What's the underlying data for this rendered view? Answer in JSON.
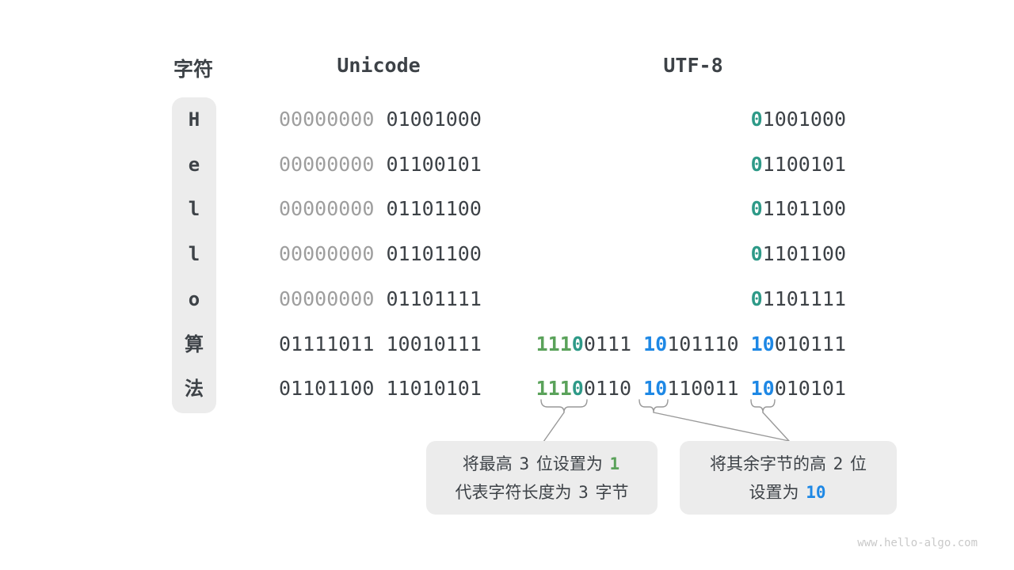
{
  "header": {
    "char_col": "字符",
    "unicode_col": "Unicode",
    "utf8_col": "UTF-8"
  },
  "colors": {
    "dark": "#3D4247",
    "gray": "#9E9E9E",
    "green": "#5AA25A",
    "teal": "#2E9A88",
    "blue": "#1E88E5",
    "box_gray": "#ECECEC",
    "connector_gray": "#999999",
    "watermark_gray": "#C9C9C9"
  },
  "rows": [
    {
      "char": "H",
      "unicode": [
        {
          "t": "00000000",
          "c": "gray"
        },
        {
          "t": " "
        },
        {
          "t": "01001000",
          "c": "dark"
        }
      ],
      "utf8": [
        {
          "t": "0",
          "c": "teal"
        },
        {
          "t": "1001000",
          "c": "dark"
        }
      ]
    },
    {
      "char": "e",
      "unicode": [
        {
          "t": "00000000",
          "c": "gray"
        },
        {
          "t": " "
        },
        {
          "t": "01100101",
          "c": "dark"
        }
      ],
      "utf8": [
        {
          "t": "0",
          "c": "teal"
        },
        {
          "t": "1100101",
          "c": "dark"
        }
      ]
    },
    {
      "char": "l",
      "unicode": [
        {
          "t": "00000000",
          "c": "gray"
        },
        {
          "t": " "
        },
        {
          "t": "01101100",
          "c": "dark"
        }
      ],
      "utf8": [
        {
          "t": "0",
          "c": "teal"
        },
        {
          "t": "1101100",
          "c": "dark"
        }
      ]
    },
    {
      "char": "l",
      "unicode": [
        {
          "t": "00000000",
          "c": "gray"
        },
        {
          "t": " "
        },
        {
          "t": "01101100",
          "c": "dark"
        }
      ],
      "utf8": [
        {
          "t": "0",
          "c": "teal"
        },
        {
          "t": "1101100",
          "c": "dark"
        }
      ]
    },
    {
      "char": "o",
      "unicode": [
        {
          "t": "00000000",
          "c": "gray"
        },
        {
          "t": " "
        },
        {
          "t": "01101111",
          "c": "dark"
        }
      ],
      "utf8": [
        {
          "t": "0",
          "c": "teal"
        },
        {
          "t": "1101111",
          "c": "dark"
        }
      ]
    },
    {
      "char": "算",
      "unicode": [
        {
          "t": "01111011",
          "c": "dark"
        },
        {
          "t": " "
        },
        {
          "t": "10010111",
          "c": "dark"
        }
      ],
      "utf8": [
        {
          "t": "111",
          "c": "green"
        },
        {
          "t": "0",
          "c": "teal"
        },
        {
          "t": "0111",
          "c": "dark"
        },
        {
          "t": " "
        },
        {
          "t": "10",
          "c": "blue"
        },
        {
          "t": "101110",
          "c": "dark"
        },
        {
          "t": " "
        },
        {
          "t": "10",
          "c": "blue"
        },
        {
          "t": "010111",
          "c": "dark"
        }
      ]
    },
    {
      "char": "法",
      "unicode": [
        {
          "t": "01101100",
          "c": "dark"
        },
        {
          "t": " "
        },
        {
          "t": "11010101",
          "c": "dark"
        }
      ],
      "utf8": [
        {
          "t": "111",
          "c": "green"
        },
        {
          "t": "0",
          "c": "teal"
        },
        {
          "t": "0110",
          "c": "dark"
        },
        {
          "t": " "
        },
        {
          "t": "10",
          "c": "blue"
        },
        {
          "t": "110011",
          "c": "dark"
        },
        {
          "t": " "
        },
        {
          "t": "10",
          "c": "blue"
        },
        {
          "t": "010101",
          "c": "dark"
        }
      ]
    }
  ],
  "callouts": [
    {
      "lines": [
        [
          {
            "t": "将最高 "
          },
          {
            "t": "3",
            "m": 1
          },
          {
            "t": " 位设置为 "
          },
          {
            "t": "1",
            "c": "green",
            "m": 1,
            "b": 1
          }
        ],
        [
          {
            "t": "代表字符长度为 "
          },
          {
            "t": "3",
            "m": 1
          },
          {
            "t": " 字节"
          }
        ]
      ]
    },
    {
      "lines": [
        [
          {
            "t": "将其余字节的高 "
          },
          {
            "t": "2",
            "m": 1
          },
          {
            "t": " 位"
          }
        ],
        [
          {
            "t": "设置为 "
          },
          {
            "t": "10",
            "c": "blue",
            "m": 1,
            "b": 1
          }
        ]
      ]
    }
  ],
  "watermark": "www.hello-algo.com"
}
